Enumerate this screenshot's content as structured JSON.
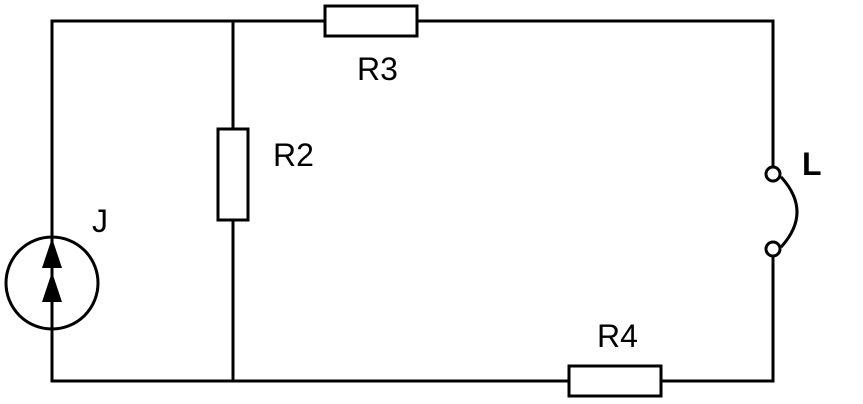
{
  "diagram": {
    "labels": {
      "source": "J",
      "r2": "R2",
      "r3": "R3",
      "r4": "R4",
      "switch": "L"
    },
    "colors": {
      "stroke": "#000000",
      "background": "#ffffff"
    }
  }
}
